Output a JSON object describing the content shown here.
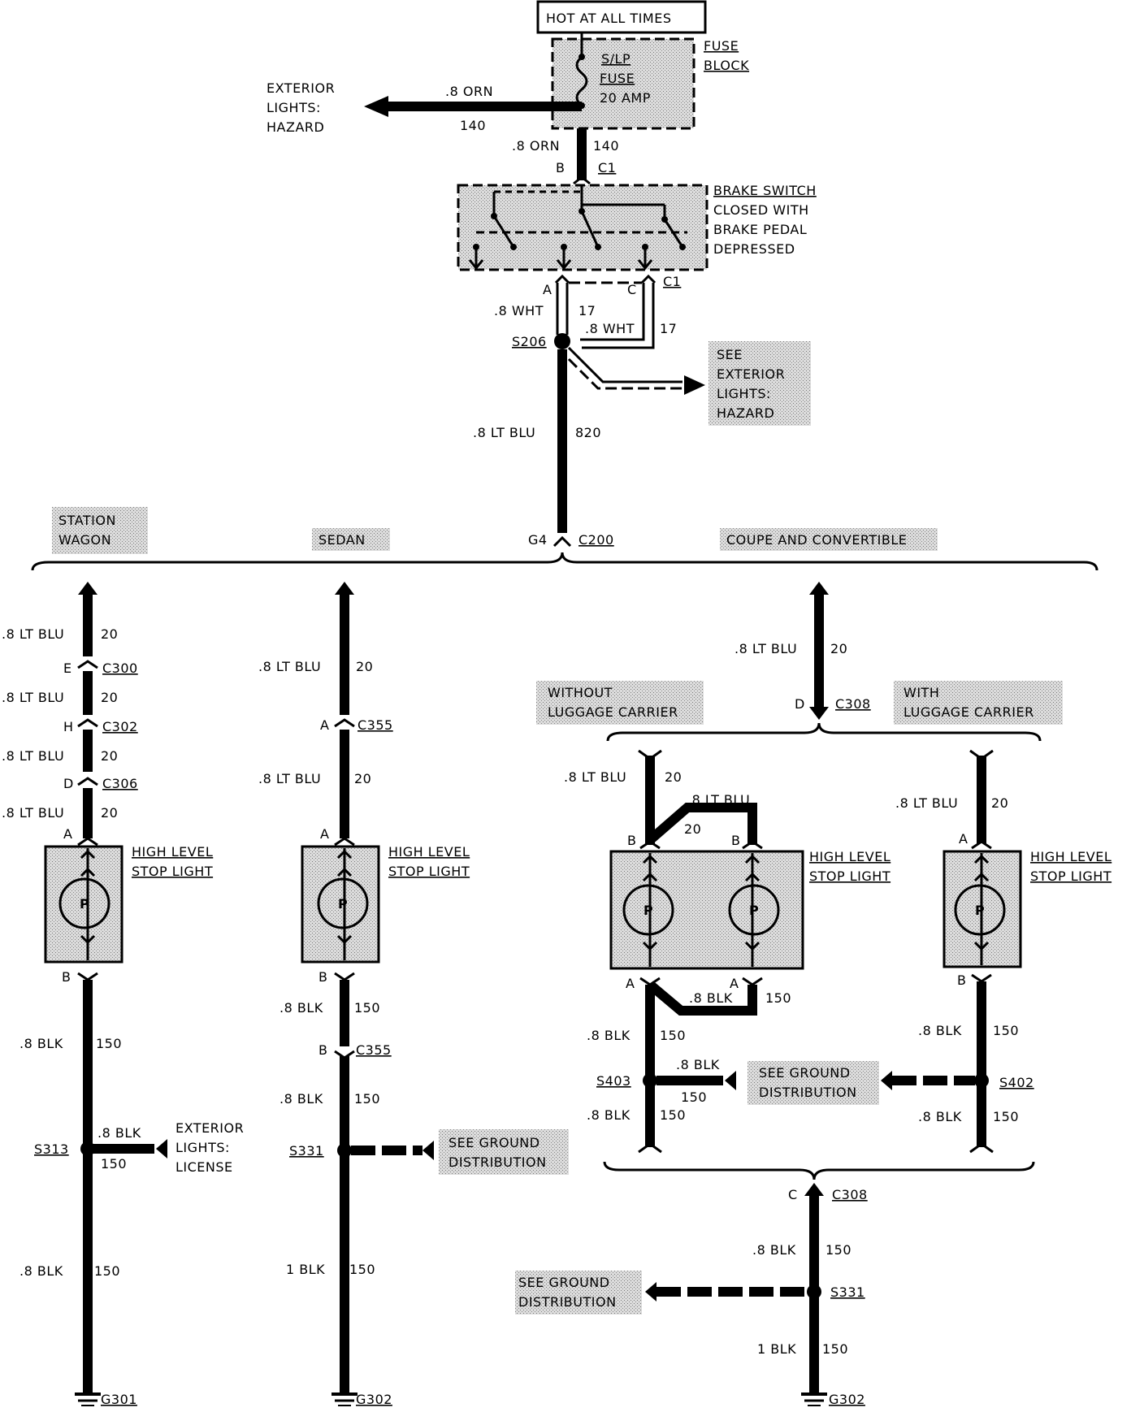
{
  "power": {
    "label": "HOT AT ALL TIMES"
  },
  "fuse_block": {
    "label1": "FUSE",
    "label2": "BLOCK",
    "fuse1": "S/LP",
    "fuse2": "FUSE",
    "fuse3": "20 AMP"
  },
  "hazard_feed": {
    "l1": "EXTERIOR",
    "l2": "LIGHTS:",
    "l3": "HAZARD",
    "wire": ".8 ORN",
    "circuit": "140"
  },
  "fuse_out": {
    "wire": ".8 ORN",
    "circuit": "140",
    "pin": "B",
    "conn": "C1"
  },
  "brake_switch": {
    "l1": "BRAKE SWITCH",
    "l2": "CLOSED WITH",
    "l3": "BRAKE PEDAL",
    "l4": "DEPRESSED",
    "pin_a": "A",
    "pin_c": "C",
    "conn": "C1"
  },
  "wht_wires": {
    "w1": ".8 WHT",
    "c1": "17",
    "w2": ".8 WHT",
    "c2": "17"
  },
  "splice_s206": {
    "label": "S206"
  },
  "see_hazard": {
    "l1": "SEE",
    "l2": "EXTERIOR",
    "l3": "LIGHTS:",
    "l4": "HAZARD"
  },
  "main_feed": {
    "wire": ".8 LT BLU",
    "circuit": "820",
    "pin": "G4",
    "conn": "C200"
  },
  "variants": {
    "wagon1": "STATION",
    "wagon2": "WAGON",
    "sedan": "SEDAN",
    "coupe": "COUPE AND CONVERTIBLE"
  },
  "wagon": {
    "w1": ".8 LT BLU",
    "c1": "20",
    "p1": "E",
    "conn1": "C300",
    "w2": ".8 LT BLU",
    "c2": "20",
    "p2": "H",
    "conn2": "C302",
    "w3": ".8 LT BLU",
    "c3": "20",
    "p3": "D",
    "conn3": "C306",
    "w4": ".8 LT BLU",
    "c4": "20",
    "pin_a": "A",
    "lamp1": "HIGH LEVEL",
    "lamp2": "STOP LIGHT",
    "pin_b": "B",
    "w5": ".8 BLK",
    "c5": "150",
    "splice": "S313",
    "sw": ".8 BLK",
    "sc": "150",
    "lic1": "EXTERIOR",
    "lic2": "LIGHTS:",
    "lic3": "LICENSE",
    "w6": ".8 BLK",
    "c6": "150",
    "ground": "G301"
  },
  "sedan": {
    "w1": ".8 LT BLU",
    "c1": "20",
    "p1": "A",
    "conn1": "C355",
    "w2": ".8 LT BLU",
    "c2": "20",
    "pin_a": "A",
    "lamp1": "HIGH LEVEL",
    "lamp2": "STOP LIGHT",
    "pin_b": "B",
    "w3": ".8 BLK",
    "c3": "150",
    "p3": "B",
    "conn3": "C355",
    "w4": ".8 BLK",
    "c4": "150",
    "splice": "S331",
    "g1": "SEE GROUND",
    "g2": "DISTRIBUTION",
    "w5": "1 BLK",
    "c5": "150",
    "ground": "G302"
  },
  "coupe": {
    "w1": ".8 LT BLU",
    "c1": "20",
    "p1": "D",
    "conn1": "C308",
    "nolug1": "WITHOUT",
    "nolug2": "LUGGAGE CARRIER",
    "lug1": "WITH",
    "lug2": "LUGGAGE CARRIER",
    "lw1": ".8 LT BLU",
    "lc1": "20",
    "jw": ".8 LT BLU",
    "jc": "20",
    "lpa1": "B",
    "lpa2": "B",
    "llamp1": "HIGH LEVEL",
    "llamp2": "STOP LIGHT",
    "lpb1": "A",
    "lpb2": "A",
    "bjw": ".8 BLK",
    "bjc": "150",
    "lw2": ".8 BLK",
    "lc2": "150",
    "lsplice": "S403",
    "lsw": ".8 BLK",
    "lsc": "150",
    "lw3": ".8 BLK",
    "lc3": "150",
    "g1": "SEE GROUND",
    "g2": "DISTRIBUTION",
    "rw1": ".8 LT BLU",
    "rc1": "20",
    "rpa": "A",
    "rlamp1": "HIGH LEVEL",
    "rlamp2": "STOP LIGHT",
    "rpb": "B",
    "rw2": ".8 BLK",
    "rc2": "150",
    "rsplice": "S402",
    "rw3": ".8 BLK",
    "rc3": "150",
    "p2": "C",
    "conn2": "C308",
    "w2": ".8 BLK",
    "c2": "150",
    "splice": "S331",
    "sg1": "SEE GROUND",
    "sg2": "DISTRIBUTION",
    "w3": "1 BLK",
    "c3": "150",
    "ground": "G302"
  }
}
